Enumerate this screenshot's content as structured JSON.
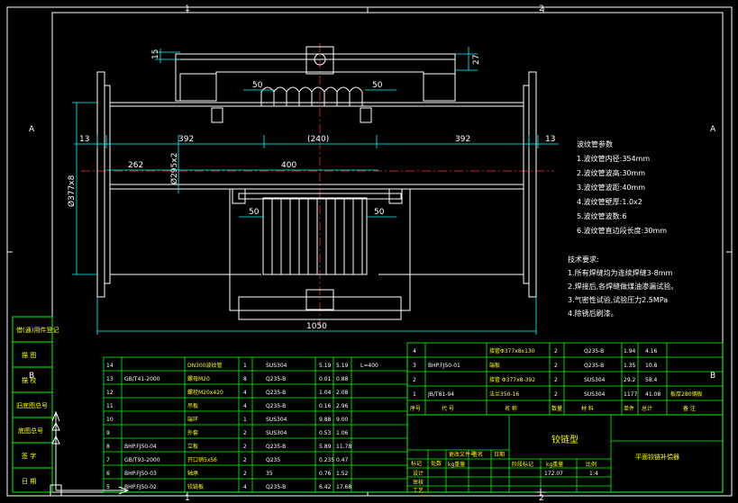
{
  "colors": {
    "background": "#000000",
    "outline": "#ffffff",
    "dimension": "#00ffff",
    "text_yellow": "#ffff00",
    "text_white": "#ffffff",
    "table_green": "#00ff00",
    "centerline": "#ff3333"
  },
  "border": {
    "zone_top": [
      "1",
      "2"
    ],
    "zone_bottom": [
      "1",
      "2"
    ],
    "zone_left": [
      "A",
      "B"
    ],
    "zone_right": [
      "A",
      "B"
    ]
  },
  "dimensions": {
    "d15": "15",
    "d27": "27",
    "d50_tl": "50",
    "d50_tr": "50",
    "d13_l": "13",
    "d392_l": "392",
    "d240": "(240)",
    "d392_r": "392",
    "d13_r": "13",
    "d262": "262",
    "d400": "400",
    "phi_inner": "Ø295x2",
    "phi_outer": "Ø377x8",
    "d50_bl": "50",
    "d50_br": "50",
    "d1050": "1050"
  },
  "bellows_params": {
    "title": "波纹管参数",
    "items": [
      "1.波纹管内径:354mm",
      "2.波纹管波高:30mm",
      "3.波纹管波距:40mm",
      "4.波纹管壁厚:1.0x2",
      "5.波纹管波数:6",
      "6.波纹管直边段长度:30mm"
    ]
  },
  "tech_req": {
    "title": "技术要求:",
    "items": [
      "1.所有焊缝均为连续焊缝3-8mm",
      "2.焊接后,各焊缝做煤油渗漏试验。",
      "3.气密性试验,试验压力2.5MPa",
      "4.除锈后刷漆。"
    ]
  },
  "left_strip": [
    "借(通)用件登记",
    "描  图",
    "描  校",
    "旧底图总号",
    "底图总号",
    "签  字",
    "日  期"
  ],
  "bom_upper": [
    {
      "no": "4",
      "code": "",
      "name": "接管Φ377x8x130",
      "qty": "2",
      "mat": "Q235-B",
      "w1": "1.94",
      "w2": "4.16",
      "note": ""
    },
    {
      "no": "3",
      "code": "BHP.FJ50-01",
      "name": "端板",
      "qty": "2",
      "mat": "Q235-B",
      "w1": "1.35",
      "w2": "10.8",
      "note": ""
    },
    {
      "no": "2",
      "code": "",
      "name": "接管 Φ377x8-392",
      "qty": "2",
      "mat": "SUS304",
      "w1": "29.2",
      "w2": "58.4",
      "note": ""
    },
    {
      "no": "1",
      "code": "JB/T81-94",
      "name": "法兰350-16",
      "qty": "2",
      "mat": "SUS304",
      "w1": "1177",
      "w2": "41.08",
      "note": "板厚280钢板"
    }
  ],
  "bom_upper_header": [
    "序号",
    "代  号",
    "名  称",
    "数量",
    "材  料",
    "单件",
    "总计",
    "备  注"
  ],
  "bom_main": [
    {
      "no": "14",
      "code": "",
      "name": "DN300波纹管",
      "qty": "1",
      "mat": "SUS304",
      "w1": "5.19",
      "w2": "5.19",
      "note": "L=400"
    },
    {
      "no": "13",
      "code": "GB/T41-2000",
      "name": "螺母M20",
      "qty": "8",
      "mat": "Q235-B",
      "w1": "0.01",
      "w2": "0.88",
      "note": ""
    },
    {
      "no": "12",
      "code": "",
      "name": "螺栓M20x420",
      "qty": "4",
      "mat": "Q235-B",
      "w1": "1.04",
      "w2": "2.08",
      "note": ""
    },
    {
      "no": "11",
      "code": "",
      "name": "吊板",
      "qty": "4",
      "mat": "Q235-B",
      "w1": "0.16",
      "w2": "2.96",
      "note": ""
    },
    {
      "no": "10",
      "code": "",
      "name": "端环",
      "qty": "1",
      "mat": "SUS304",
      "w1": "9.88",
      "w2": "9.00",
      "note": ""
    },
    {
      "no": "9",
      "code": "",
      "name": "外套",
      "qty": "2",
      "mat": "SUS304",
      "w1": "0.53",
      "w2": "1.06",
      "note": ""
    },
    {
      "no": "8",
      "code": "BHP.FJ50-04",
      "name": "立板",
      "qty": "2",
      "mat": "Q235-B",
      "w1": "5.89",
      "w2": "11.78",
      "note": ""
    },
    {
      "no": "7",
      "code": "GB/T93-2000",
      "name": "开口销5x56",
      "qty": "2",
      "mat": "Q235",
      "w1": "0.235",
      "w2": "0.47",
      "note": ""
    },
    {
      "no": "6",
      "code": "BHP.FJ50-03",
      "name": "轴承",
      "qty": "2",
      "mat": "35",
      "w1": "0.76",
      "w2": "1.52",
      "note": ""
    },
    {
      "no": "5",
      "code": "BHP.FJ50-02",
      "name": "铰链板",
      "qty": "4",
      "mat": "Q235-B",
      "w1": "6.42",
      "w2": "17.68",
      "note": ""
    }
  ],
  "title_block": {
    "product_name": "铰链型",
    "company": "平面铰链补偿器",
    "weight_label": "kg重量",
    "scale_label": "比例",
    "stage_label": "阶段标记",
    "weight": "172.07",
    "scale": "1:4",
    "roles": [
      "设计",
      "审核",
      "工艺"
    ],
    "sign_labels": [
      "标记",
      "处数",
      "更改文件号",
      "签名",
      "日期"
    ]
  },
  "icons": [
    "ucs-axis-icon",
    "crosshair-cursor-icon",
    "section-arrow-icon"
  ]
}
